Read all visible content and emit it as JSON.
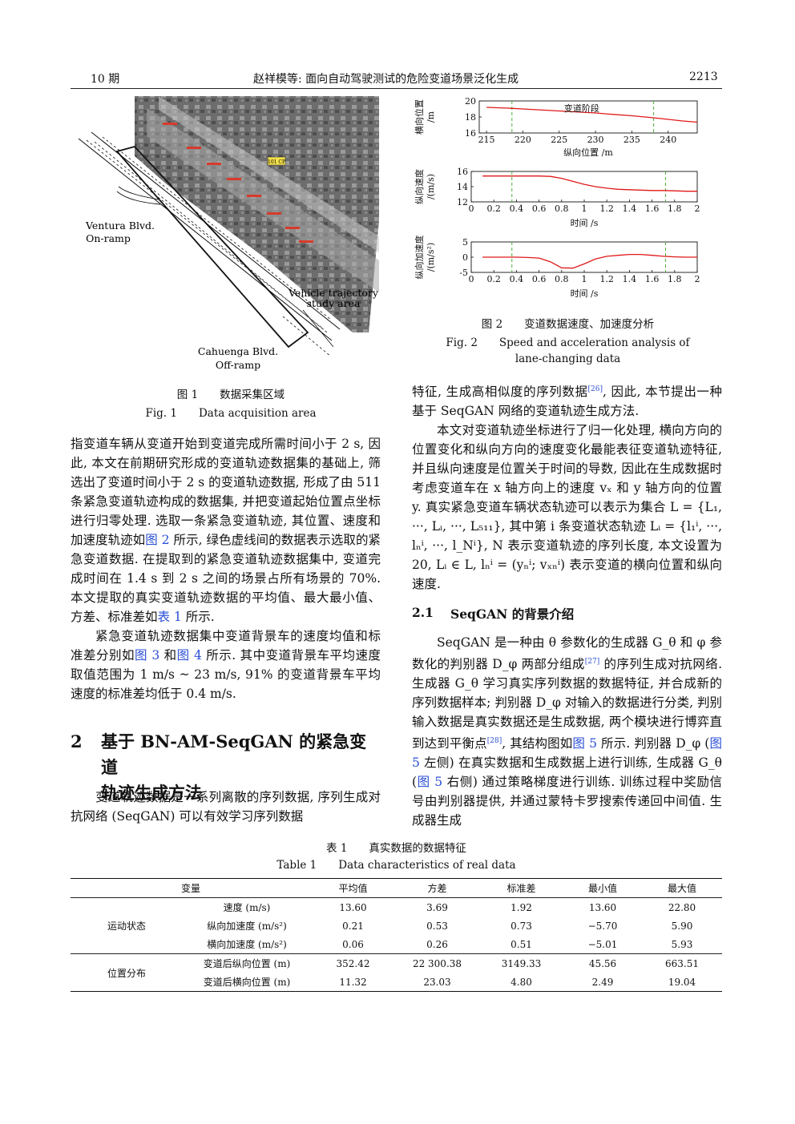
{
  "header": {
    "issue": "10 期",
    "title": "赵祥模等: 面向自动驾驶测试的危险变道场景泛化生成",
    "page": "2213"
  },
  "figure1": {
    "labels": {
      "ventura": "Ventura Blvd.",
      "onramp": "On-ramp",
      "vehicle": "Vehicle trajectory",
      "study": "study area",
      "cahuenga": "Cahuenga Blvd.",
      "offramp": "Off-ramp",
      "sign": "101 CP"
    },
    "caption_cn": "图 1　　数据采集区域",
    "caption_en": "Fig. 1　　Data acquisition area"
  },
  "figure2": {
    "caption_cn": "图 2　　变道数据速度、加速度分析",
    "caption_en_1": "Fig. 2　　Speed and acceleration analysis of",
    "caption_en_2": "lane-changing data",
    "phase_label": "变道阶段"
  },
  "chart_data": [
    {
      "type": "line",
      "xlabel": "纵向位置 /m",
      "ylabel": [
        "横向位置",
        "/m"
      ],
      "x_ticks": [
        215,
        220,
        225,
        230,
        235,
        240
      ],
      "y_ticks": [
        16,
        18,
        20
      ],
      "xlim": [
        214,
        244
      ],
      "ylim": [
        16,
        20
      ],
      "dashed_x": [
        218.5,
        238.0
      ],
      "annotation": "变道阶段",
      "series": [
        {
          "x": [
            215,
            218,
            220,
            222,
            225,
            228,
            230,
            232,
            235,
            238,
            240,
            242,
            244
          ],
          "y": [
            19.2,
            19.1,
            19.0,
            18.9,
            18.75,
            18.6,
            18.5,
            18.35,
            18.15,
            17.9,
            17.7,
            17.5,
            17.35
          ]
        }
      ]
    },
    {
      "type": "line",
      "xlabel": "时间 /s",
      "ylabel": [
        "纵向速度",
        "/(m/s)"
      ],
      "x_ticks": [
        0,
        0.2,
        0.4,
        0.6,
        0.8,
        1.0,
        1.2,
        1.4,
        1.6,
        1.8,
        2.0
      ],
      "y_ticks": [
        12,
        14,
        16
      ],
      "xlim": [
        0,
        2.0
      ],
      "ylim": [
        12,
        16
      ],
      "dashed_x": [
        0.36,
        1.72
      ],
      "series": [
        {
          "x": [
            0.1,
            0.2,
            0.4,
            0.6,
            0.7,
            0.8,
            0.9,
            1.0,
            1.1,
            1.2,
            1.3,
            1.4,
            1.5,
            1.6,
            1.7,
            1.8,
            1.9,
            2.0
          ],
          "y": [
            15.4,
            15.4,
            15.4,
            15.4,
            15.35,
            15.1,
            14.7,
            14.3,
            14.0,
            13.8,
            13.65,
            13.6,
            13.55,
            13.5,
            13.5,
            13.45,
            13.4,
            13.4
          ]
        }
      ]
    },
    {
      "type": "line",
      "xlabel": "时间 /s",
      "ylabel": [
        "纵向加速度",
        "/(m/s²)"
      ],
      "x_ticks": [
        0,
        0.2,
        0.4,
        0.6,
        0.8,
        1.0,
        1.2,
        1.4,
        1.6,
        1.8,
        2.0
      ],
      "y_ticks": [
        -5,
        0,
        5
      ],
      "xlim": [
        0,
        2.0
      ],
      "ylim": [
        -5,
        5
      ],
      "dashed_x": [
        0.36,
        1.72
      ],
      "series": [
        {
          "x": [
            0.1,
            0.2,
            0.4,
            0.5,
            0.6,
            0.7,
            0.8,
            0.9,
            1.0,
            1.1,
            1.2,
            1.3,
            1.4,
            1.5,
            1.6,
            1.7,
            1.8,
            1.9,
            2.0
          ],
          "y": [
            0,
            0,
            0,
            -0.1,
            -0.3,
            -1.5,
            -3.5,
            -3.6,
            -2.2,
            -0.6,
            0.3,
            0.6,
            0.9,
            0.9,
            0.6,
            0.3,
            0.1,
            0.0,
            0.0
          ]
        }
      ]
    }
  ],
  "left_text": {
    "p1": "指变道车辆从变道开始到变道完成所需时间小于 2 s, 因此, 本文在前期研究形成的变道轨迹数据集的基础上, 筛选出了变道时间小于 2 s 的变道轨迹数据, 形成了由 511 条紧急变道轨迹构成的数据集, 并把变道起始位置点坐标进行归零处理. 选取一条紧急变道轨迹, 其位置、速度和加速度轨迹如",
    "p1_ref": "图 2",
    "p1_b": " 所示, 绿色虚线间的数据表示选取的紧急变道数据. 在提取到的紧急变道轨迹数据集中, 变道完成时间在 1.4 s 到 2 s 之间的场景占所有场景的 70%. 本文提取的真实变道轨迹数据的平均值、最大最小值、方差、标准差如",
    "p1_ref2": "表 1",
    "p1_c": " 所示.",
    "p2_a": "紧急变道轨迹数据集中变道背景车的速度均值和标准差分别如",
    "p2_ref1": "图 3",
    "p2_b": " 和",
    "p2_ref2": "图 4",
    "p2_c": " 所示. 其中变道背景车平均速度取值范围为 1 m/s ~ 23 m/s, 91% 的变道背景车平均速度的标准差均低于 0.4 m/s.",
    "sec_num": "2",
    "sec_title_1": "基于 BN-AM-SeqGAN 的紧急变道",
    "sec_title_2": "轨迹生成方法",
    "p3": "变道轨迹数据是一系列离散的序列数据, 序列生成对抗网络 (SeqGAN) 可以有效学习序列数据"
  },
  "right_text": {
    "p1_a": "特征, 生成高相似度的序列数据",
    "p1_cite": "[26]",
    "p1_b": ", 因此, 本节提出一种基于 SeqGAN 网络的变道轨迹生成方法.",
    "p2": "本文对变道轨迹坐标进行了归一化处理, 横向方向的位置变化和纵向方向的速度变化最能表征变道轨迹特征, 并且纵向速度是位置关于时间的导数, 因此在生成数据时考虑变道车在 x 轴方向上的速度 vₓ 和 y 轴方向的位置 y. 真实紧急变道车辆状态轨迹可以表示为集合 L = {L₁, ···, Lᵢ, ···, L₅₁₁}, 其中第 i 条变道状态轨迹 Lᵢ = {l₁ⁱ, ···, lₙⁱ, ···, l_Nⁱ}, N 表示变道轨迹的序列长度, 本文设置为 20, Lᵢ ∈ L, lₙⁱ = (yₙⁱ; vₓₙⁱ) 表示变道的横向位置和纵向速度.",
    "sub_num": "2.1",
    "sub_title": "SeqGAN 的背景介绍",
    "p3_a": "SeqGAN 是一种由 θ 参数化的生成器 G_θ 和 φ 参数化的判别器 D_φ 两部分组成",
    "p3_cite1": "[27]",
    "p3_b": " 的序列生成对抗网络. 生成器 G_θ 学习真实序列数据的数据特征, 并合成新的序列数据样本; 判别器 D_φ 对输入的数据进行分类, 判别输入数据是真实数据还是生成数据, 两个模块进行博弈直到达到平衡点",
    "p3_cite2": "[28]",
    "p3_c": ", 其结构图如",
    "p3_ref1": "图 5",
    "p3_d": " 所示. 判别器 D_φ (",
    "p3_ref2": "图 5",
    "p3_e": " 左侧) 在真实数据和生成数据上进行训练, 生成器 G_θ (",
    "p3_ref3": "图 5",
    "p3_f": " 右侧) 通过策略梯度进行训练. 训练过程中奖励信号由判别器提供, 并通过蒙特卡罗搜索传递回中间值. 生成器生成"
  },
  "table1": {
    "caption_cn": "表 1　　真实数据的数据特征",
    "caption_en": "Table 1　　Data characteristics of real data",
    "headers": [
      "变量",
      "平均值",
      "方差",
      "标准差",
      "最小值",
      "最大值"
    ],
    "groups": [
      {
        "name": "运动状态",
        "rows": [
          [
            "速度 (m/s)",
            "13.60",
            "3.69",
            "1.92",
            "13.60",
            "22.80"
          ],
          [
            "纵向加速度 (m/s²)",
            "0.21",
            "0.53",
            "0.73",
            "−5.70",
            "5.90"
          ],
          [
            "横向加速度 (m/s²)",
            "0.06",
            "0.26",
            "0.51",
            "−5.01",
            "5.93"
          ]
        ]
      },
      {
        "name": "位置分布",
        "rows": [
          [
            "变道后纵向位置 (m)",
            "352.42",
            "22 300.38",
            "3149.33",
            "45.56",
            "663.51"
          ],
          [
            "变道后横向位置 (m)",
            "11.32",
            "23.03",
            "4.80",
            "2.49",
            "19.04"
          ]
        ]
      }
    ]
  }
}
